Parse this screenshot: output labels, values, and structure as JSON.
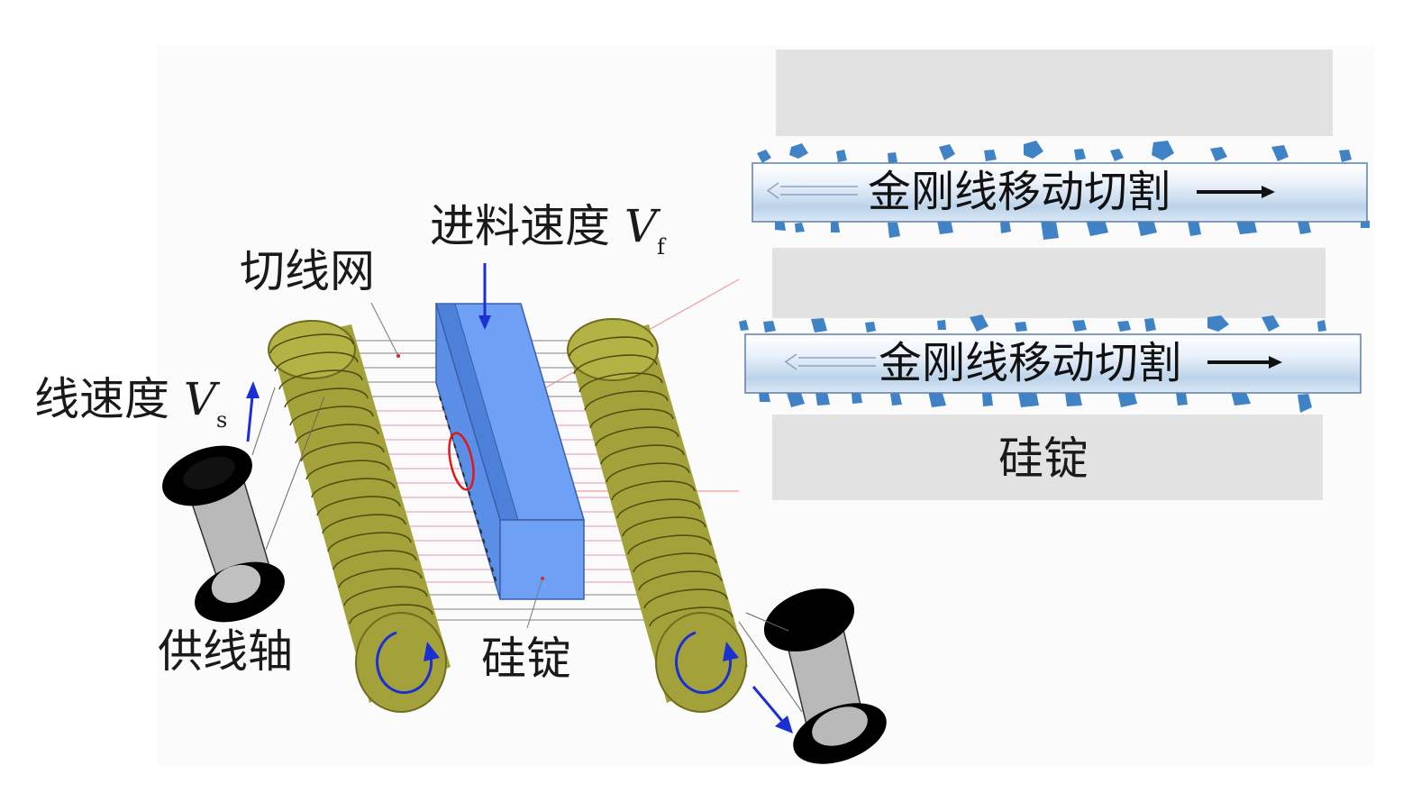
{
  "labels": {
    "feed_speed": "进料速度",
    "feed_speed_symbol": "V",
    "feed_speed_subscript": "f",
    "wire_web": "切线网",
    "wire_speed": "线速度",
    "wire_speed_symbol": "V",
    "wire_speed_subscript": "s",
    "supply_spool": "供线轴",
    "ingot": "硅锭"
  },
  "zoom_panel": {
    "wire_top_text": "金刚线移动切割",
    "wire_bottom_text": "金刚线移动切割",
    "ingot_label": "硅锭"
  },
  "colors": {
    "roller": "#a3a23a",
    "roller_dark": "#6f6c20",
    "ingot": "#6ea0f5",
    "ingot_side": "#4d80d8",
    "wire_pink": "#e9a8c8",
    "arrow_blue": "#1a2fd4",
    "diamond": "#3f83c6",
    "gray_block": "#e2e2e2"
  }
}
